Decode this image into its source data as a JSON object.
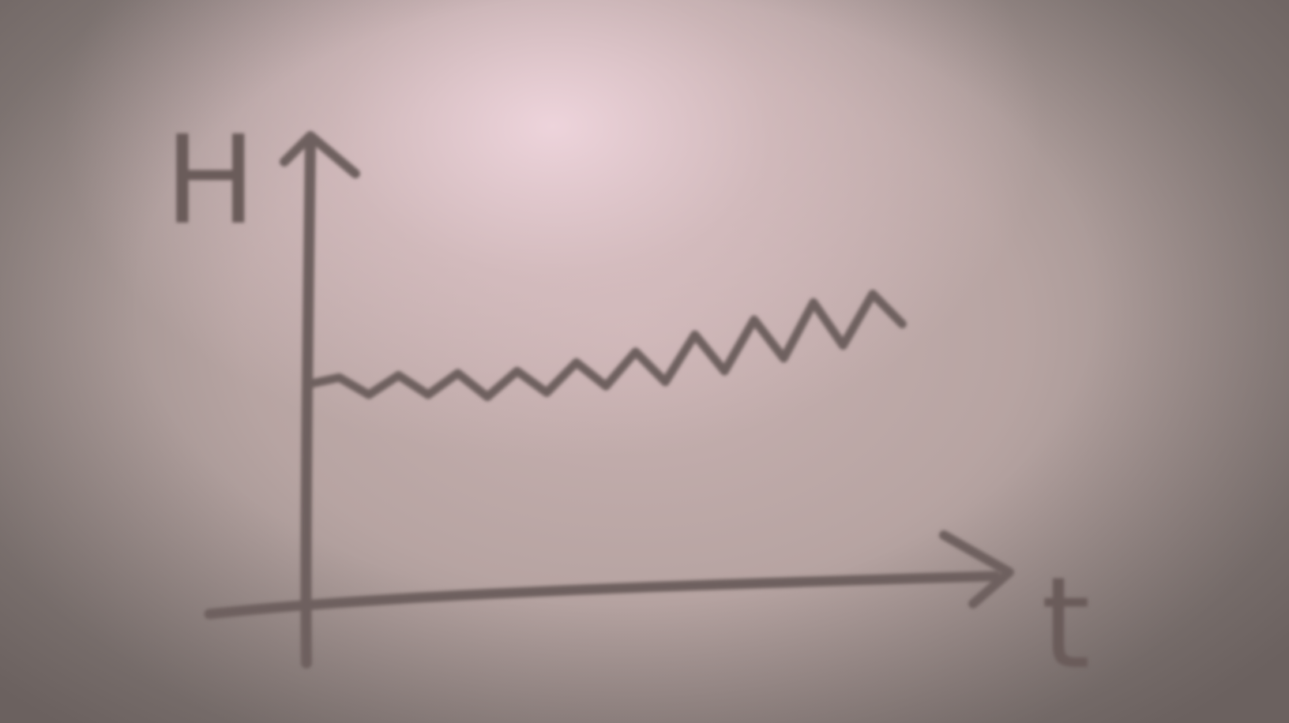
{
  "chart_data": {
    "type": "line",
    "xlabel": "t",
    "ylabel": "H",
    "grid": false,
    "legend": "none",
    "x_ticks_labeled": false,
    "y_ticks_labeled": false,
    "series": [
      {
        "x": [
          0,
          0.5,
          1,
          1.5,
          2,
          2.5,
          3,
          3.5,
          4,
          4.5,
          5,
          5.5,
          6,
          6.5,
          7,
          7.5,
          8,
          8.5,
          9,
          9.5,
          10
        ],
        "values": [
          5.0,
          5.15,
          4.75,
          5.2,
          4.75,
          5.25,
          4.7,
          5.3,
          4.8,
          5.5,
          4.95,
          5.75,
          5.05,
          6.15,
          5.3,
          6.5,
          5.6,
          6.9,
          5.9,
          7.1,
          6.4
        ]
      }
    ],
    "xlim": [
      0,
      11.5
    ],
    "ylim": [
      0,
      10
    ],
    "ink_color": "#6e615f",
    "paper_color": "#c4aeae"
  }
}
